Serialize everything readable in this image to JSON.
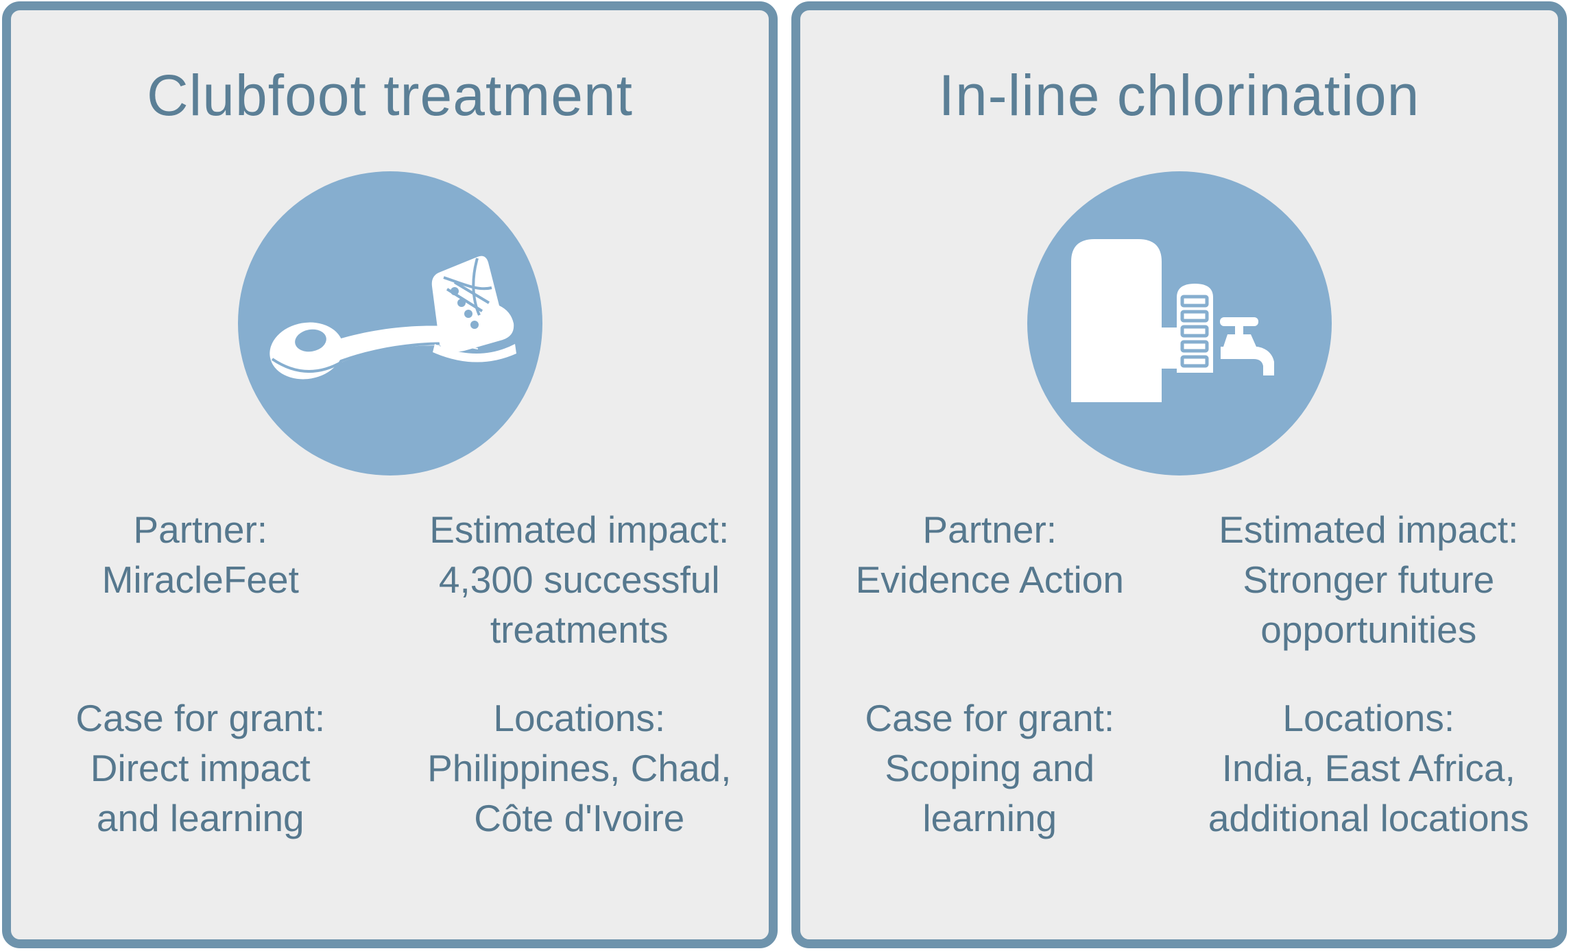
{
  "colors": {
    "page_bg": "#ffffff",
    "card_bg": "#ededed",
    "card_border": "#6e93ac",
    "icon_circle": "#86aecf",
    "title_text": "#5b7f96",
    "body_text": "#56788e",
    "icon_glyph": "#ffffff"
  },
  "cards": [
    {
      "title": "Clubfoot treatment",
      "icon": "clubfoot-brace-icon",
      "partner": "Partner:\nMiracleFeet",
      "impact": "Estimated impact:\n4,300 successful\ntreatments",
      "case_for_grant": "Case for grant:\nDirect impact\nand learning",
      "locations": "Locations:\nPhilippines, Chad,\nCôte d'Ivoire"
    },
    {
      "title": "In-line chlorination",
      "icon": "water-tank-tap-icon",
      "partner": "Partner:\nEvidence Action",
      "impact": "Estimated impact:\nStronger future\nopportunities",
      "case_for_grant": "Case for grant:\nScoping and\nlearning",
      "locations": "Locations:\nIndia, East Africa,\nadditional locations"
    }
  ]
}
